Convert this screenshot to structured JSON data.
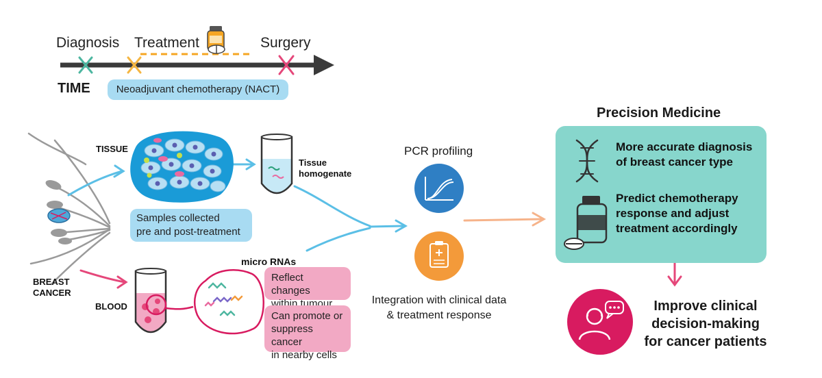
{
  "timeline": {
    "diagnosis": "Diagnosis",
    "treatment": "Treatment",
    "surgery": "Surgery",
    "time": "TIME",
    "nact": "Neoadjuvant chemotherapy (NACT)"
  },
  "left": {
    "tissue": "TISSUE",
    "tissue_homogenate_line1": "Tissue",
    "tissue_homogenate_line2": "homogenate",
    "samples_line1": "Samples collected",
    "samples_line2": "pre and post-treatment",
    "breast_line1": "BREAST",
    "breast_line2": "CANCER",
    "blood": "BLOOD",
    "micro_rnas": "micro RNAs",
    "reflect_line1": "Reflect changes",
    "reflect_line2": "within tumour",
    "promote_line1": "Can promote or",
    "promote_line2": "suppress cancer",
    "promote_line3": "in nearby cells"
  },
  "middle": {
    "pcr": "PCR profiling",
    "integration_line1": "Integration with clinical data",
    "integration_line2": "& treatment response"
  },
  "right": {
    "title": "Precision Medicine",
    "item1_line1": "More accurate diagnosis",
    "item1_line2": "of breast cancer type",
    "item2_line1": "Predict chemotherapy",
    "item2_line2": "response and adjust",
    "item2_line3": "treatment accordingly",
    "improve_line1": "Improve clinical",
    "improve_line2": "decision-making",
    "improve_line3": "for cancer patients"
  },
  "icons": [
    "medicine-bottle-icon",
    "pill-icon",
    "dna-icon",
    "pcr-curve-icon",
    "clipboard-icon",
    "doctor-icon",
    "speech-bubble-icon"
  ],
  "colors": {
    "blue": "#a8dbf2",
    "arrow_blue": "#5bbfe6",
    "pink": "#f2a9c4",
    "magenta": "#d81b60",
    "orange": "#f39a3a",
    "teal": "#7ccfc4",
    "timeline": "#3a3a3a"
  }
}
